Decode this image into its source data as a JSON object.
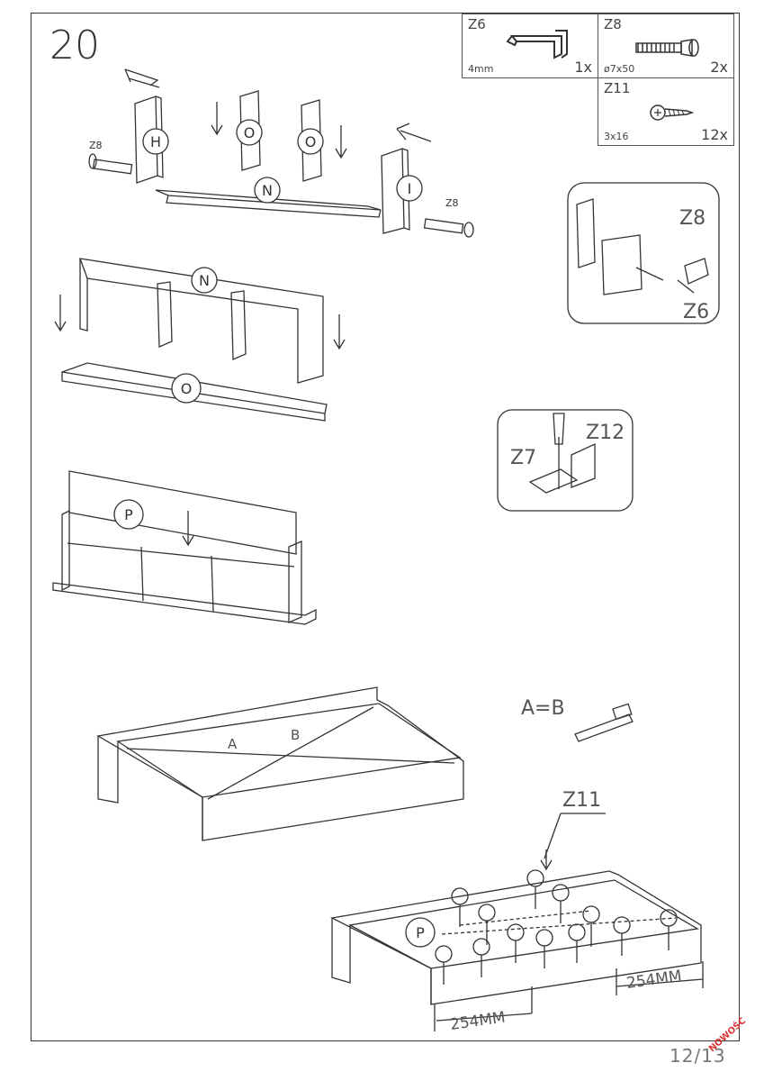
{
  "step_number": "20",
  "parts": [
    {
      "code": "Z6",
      "size": "4mm",
      "qty": "1x"
    },
    {
      "code": "Z8",
      "size": "ø7x50",
      "qty": "2x"
    },
    {
      "code": "Z11",
      "size": "3x16",
      "qty": "12x"
    }
  ],
  "panel_labels": {
    "h": "H",
    "o": "O",
    "n": "N",
    "i": "I",
    "p": "P"
  },
  "fastener_labels": {
    "z6": "Z6",
    "z7": "Z7",
    "z8": "Z8",
    "z11": "Z11",
    "z12": "Z12"
  },
  "measure": {
    "equation": "A=B",
    "a": "A",
    "b": "B",
    "spacing_1": "254MM",
    "spacing_2": "254MM"
  },
  "page_number": "12/13",
  "badge": "NOWOŚĆ"
}
